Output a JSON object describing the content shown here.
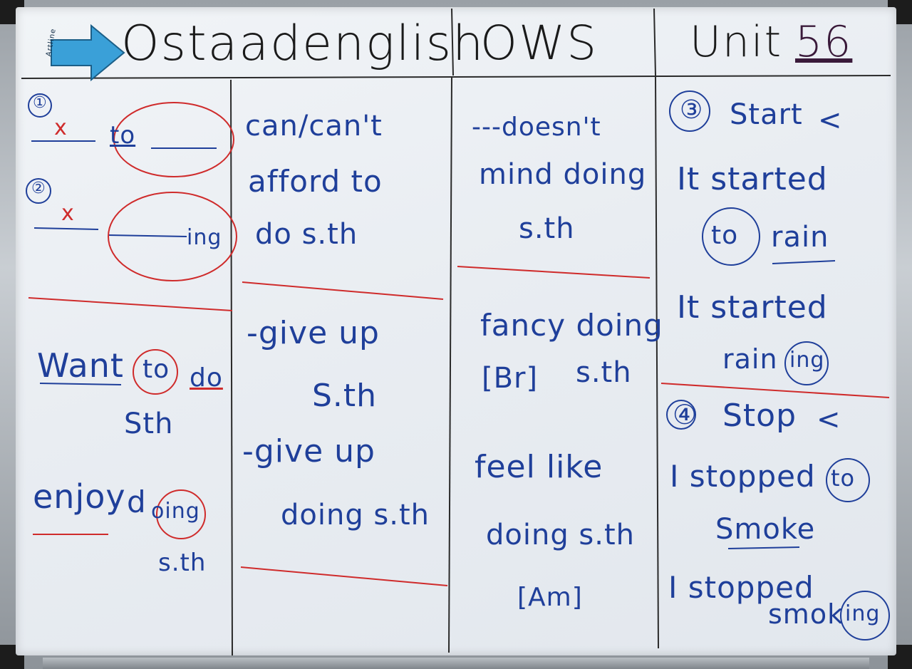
{
  "header": {
    "brand": "Ostaadenglish",
    "series": "OWS",
    "unit_prefix": "Unit",
    "unit_number": "56",
    "marker_brand": "Artline"
  },
  "column1": {
    "marker_1": "①",
    "x_1": "x",
    "to": "to",
    "marker_2": "②",
    "x_2": "x",
    "ing": "ing",
    "want": "Want",
    "want_to": "to",
    "want_do": "do",
    "want_sth": "Sth",
    "enjoy": "enjoy",
    "enjoy_doing_d": "d",
    "enjoy_doing_ing": "oing",
    "enjoy_sth": "s.th"
  },
  "column2": {
    "line1": "can/can't",
    "line2": "afford to",
    "line3": "do s.th",
    "line4": "-give up",
    "line5": "S.th",
    "line6": "-give up",
    "line7": "doing s.th"
  },
  "column3": {
    "line1": "---doesn't",
    "line2": "mind doing",
    "line3": "s.th",
    "line4": "fancy doing",
    "line5": "[Br]",
    "line6": "s.th",
    "line7": "feel like",
    "line8": "doing s.th",
    "line9": "[Am]"
  },
  "column4": {
    "marker_3": "③",
    "start": "Start",
    "start_lt": "<",
    "line1": "It started",
    "line2_to": "to",
    "line2_rain": "rain",
    "line3": "It started",
    "line4_rain": "rain",
    "line4_ing": "ing",
    "marker_4": "④",
    "stop": "Stop",
    "stop_lt": "<",
    "line5": "I stopped",
    "line5_to": "to",
    "line6": "Smoke",
    "line7": "I stopped",
    "line8_smok": "smok",
    "line8_ing": "ing"
  },
  "colors": {
    "board": "#eceff3",
    "blue_marker": "#1f3f9a",
    "red_marker": "#cf2b2b",
    "black_marker": "#202020",
    "grid_line": "#2a2a2a",
    "logo_blue": "#3aa0d8"
  }
}
